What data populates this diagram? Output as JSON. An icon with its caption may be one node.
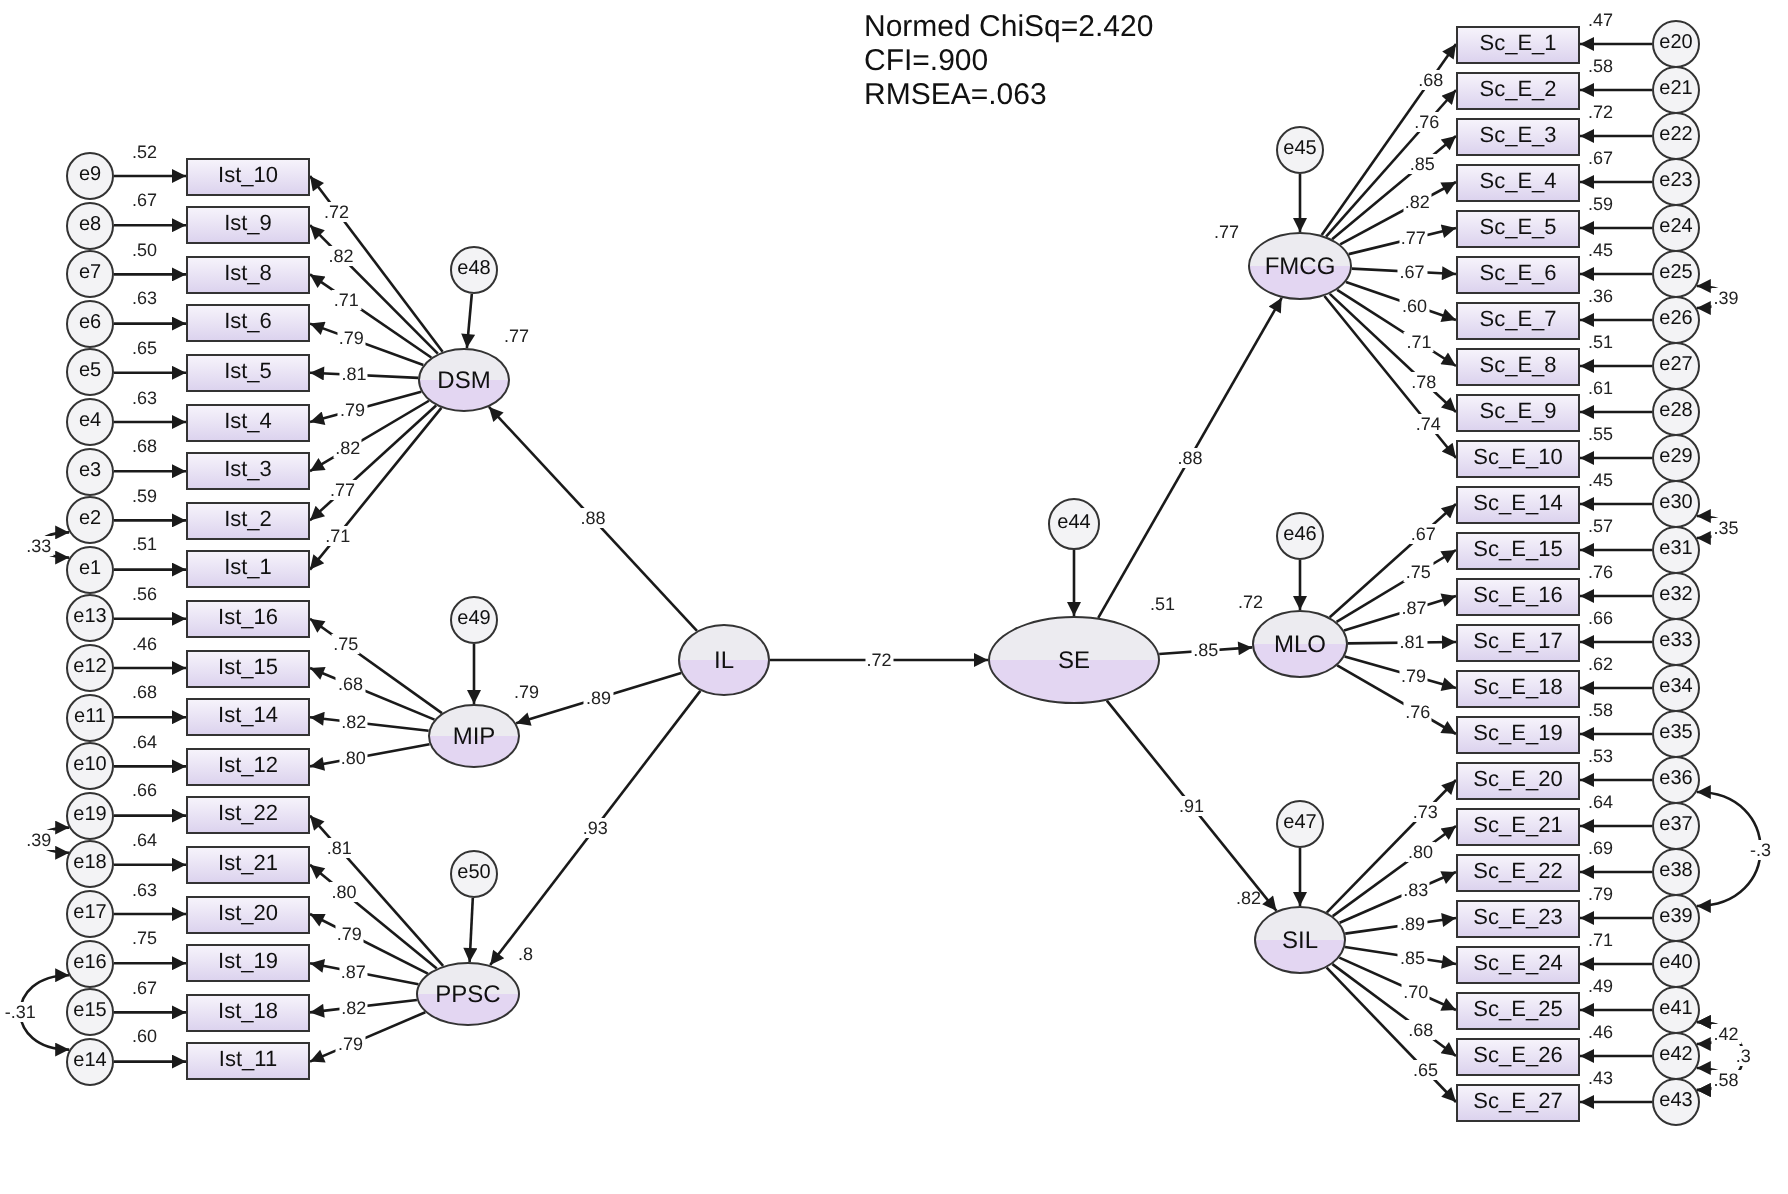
{
  "diagram": {
    "nodes": [
      {
        "text": [
          "e9"
        ]
      },
      {
        "text": [
          "Ist_10"
        ],
        "beside": [
          ".52"
        ]
      },
      {
        "text": [
          "e8"
        ]
      },
      {
        "text": [
          "Ist_9"
        ],
        "beside": [
          ".67"
        ]
      },
      {
        "text": [
          "e7"
        ]
      },
      {
        "text": [
          "Ist_8"
        ],
        "beside": [
          ".50"
        ]
      },
      {
        "text": [
          "e6"
        ]
      },
      {
        "text": [
          "Ist_6"
        ],
        "beside": [
          ".63"
        ]
      },
      {
        "text": [
          "e5"
        ]
      },
      {
        "text": [
          "Ist_5"
        ],
        "beside": [
          ".65"
        ]
      },
      {
        "text": [
          "e4"
        ]
      },
      {
        "text": [
          "Ist_4"
        ],
        "beside": [
          ".63"
        ]
      },
      {
        "text": [
          "e3"
        ]
      },
      {
        "text": [
          "Ist_3"
        ],
        "beside": [
          ".68"
        ]
      },
      {
        "text": [
          "e2"
        ]
      },
      {
        "text": [
          "Ist_2"
        ],
        "beside": [
          ".59"
        ]
      },
      {
        "text": [
          "e1"
        ]
      },
      {
        "text": [
          "Ist_1"
        ],
        "beside": [
          ".51"
        ]
      },
      {
        "text": [
          "e13"
        ]
      },
      {
        "text": [
          "Ist_16"
        ],
        "beside": [
          ".56"
        ]
      },
      {
        "text": [
          "e12"
        ]
      },
      {
        "text": [
          "Ist_15"
        ],
        "beside": [
          ".46"
        ]
      },
      {
        "text": [
          "e11"
        ]
      },
      {
        "text": [
          "Ist_14"
        ],
        "beside": [
          ".68"
        ]
      },
      {
        "text": [
          "e10"
        ]
      },
      {
        "text": [
          "Ist_12"
        ],
        "beside": [
          ".64"
        ]
      },
      {
        "text": [
          "e19"
        ]
      },
      {
        "text": [
          "Ist_22"
        ],
        "beside": [
          ".66"
        ]
      },
      {
        "text": [
          "e18"
        ]
      },
      {
        "text": [
          "Ist_21"
        ],
        "beside": [
          ".64"
        ]
      },
      {
        "text": [
          "e17"
        ]
      },
      {
        "text": [
          "Ist_20"
        ],
        "beside": [
          ".63"
        ]
      },
      {
        "text": [
          "e16"
        ]
      },
      {
        "text": [
          "Ist_19"
        ],
        "beside": [
          ".75"
        ]
      },
      {
        "text": [
          "e15"
        ]
      },
      {
        "text": [
          "Ist_18"
        ],
        "beside": [
          ".67"
        ]
      },
      {
        "text": [
          "e14"
        ]
      },
      {
        "text": [
          "Ist_11"
        ],
        "beside": [
          ".60"
        ]
      },
      {
        "text": [
          "e48"
        ]
      },
      {
        "text": [
          "DSM"
        ],
        "beside": [
          ".77"
        ]
      },
      {
        "text": [
          "e49"
        ]
      },
      {
        "text": [
          "MIP"
        ],
        "beside": [
          ".79"
        ]
      },
      {
        "text": [
          "e50"
        ]
      },
      {
        "text": [
          "PPSC"
        ],
        "beside": [
          ".8"
        ]
      },
      {
        "text": [
          "IL"
        ]
      },
      {
        "text": [
          "e44"
        ]
      },
      {
        "text": [
          "SE"
        ],
        "beside": [
          ".51"
        ]
      },
      {
        "text": [
          "e45"
        ]
      },
      {
        "text": [
          "FMCG"
        ],
        "beside": [
          ".77"
        ]
      },
      {
        "text": [
          "e46"
        ]
      },
      {
        "text": [
          "MLO"
        ],
        "beside": [
          ".72"
        ]
      },
      {
        "text": [
          "e47"
        ]
      },
      {
        "text": [
          "SIL"
        ],
        "beside": [
          ".82"
        ]
      },
      {
        "text": [
          "Sc_E_1"
        ],
        "beside": [
          ".47"
        ]
      },
      {
        "text": [
          "e20"
        ]
      },
      {
        "text": [
          "Sc_E_2"
        ],
        "beside": [
          ".58"
        ]
      },
      {
        "text": [
          "e21"
        ]
      },
      {
        "text": [
          "Sc_E_3"
        ],
        "beside": [
          ".72"
        ]
      },
      {
        "text": [
          "e22"
        ]
      },
      {
        "text": [
          "Sc_E_4"
        ],
        "beside": [
          ".67"
        ]
      },
      {
        "text": [
          "e23"
        ]
      },
      {
        "text": [
          "Sc_E_5"
        ],
        "beside": [
          ".59"
        ]
      },
      {
        "text": [
          "e24"
        ]
      },
      {
        "text": [
          "Sc_E_6"
        ],
        "beside": [
          ".45"
        ]
      },
      {
        "text": [
          "e25"
        ]
      },
      {
        "text": [
          "Sc_E_7"
        ],
        "beside": [
          ".36"
        ]
      },
      {
        "text": [
          "e26"
        ]
      },
      {
        "text": [
          "Sc_E_8"
        ],
        "beside": [
          ".51"
        ]
      },
      {
        "text": [
          "e27"
        ]
      },
      {
        "text": [
          "Sc_E_9"
        ],
        "beside": [
          ".61"
        ]
      },
      {
        "text": [
          "e28"
        ]
      },
      {
        "text": [
          "Sc_E_10"
        ],
        "beside": [
          ".55"
        ]
      },
      {
        "text": [
          "e29"
        ]
      },
      {
        "text": [
          "Sc_E_14"
        ],
        "beside": [
          ".45"
        ]
      },
      {
        "text": [
          "e30"
        ]
      },
      {
        "text": [
          "Sc_E_15"
        ],
        "beside": [
          ".57"
        ]
      },
      {
        "text": [
          "e31"
        ]
      },
      {
        "text": [
          "Sc_E_16"
        ],
        "beside": [
          ".76"
        ]
      },
      {
        "text": [
          "e32"
        ]
      },
      {
        "text": [
          "Sc_E_17"
        ],
        "beside": [
          ".66"
        ]
      },
      {
        "text": [
          "e33"
        ]
      },
      {
        "text": [
          "Sc_E_18"
        ],
        "beside": [
          ".62"
        ]
      },
      {
        "text": [
          "e34"
        ]
      },
      {
        "text": [
          "Sc_E_19"
        ],
        "beside": [
          ".58"
        ]
      },
      {
        "text": [
          "e35"
        ]
      },
      {
        "text": [
          "Sc_E_20"
        ],
        "beside": [
          ".53"
        ]
      },
      {
        "text": [
          "e36"
        ]
      },
      {
        "text": [
          "Sc_E_21"
        ],
        "beside": [
          ".64"
        ]
      },
      {
        "text": [
          "e37"
        ]
      },
      {
        "text": [
          "Sc_E_22"
        ],
        "beside": [
          ".69"
        ]
      },
      {
        "text": [
          "e38"
        ]
      },
      {
        "text": [
          "Sc_E_23"
        ],
        "beside": [
          ".79"
        ]
      },
      {
        "text": [
          "e39"
        ]
      },
      {
        "text": [
          "Sc_E_24"
        ],
        "beside": [
          ".71"
        ]
      },
      {
        "text": [
          "e40"
        ]
      },
      {
        "text": [
          "Sc_E_25"
        ],
        "beside": [
          ".49"
        ]
      },
      {
        "text": [
          "e41"
        ]
      },
      {
        "text": [
          "Sc_E_26"
        ],
        "beside": [
          ".46"
        ]
      },
      {
        "text": [
          "e42"
        ]
      },
      {
        "text": [
          "Sc_E_27"
        ],
        "beside": [
          ".43"
        ]
      },
      {
        "text": [
          "e43"
        ]
      }
    ],
    "edges": [
      {
        "from": 0,
        "to": 1,
        "arrow": "to"
      },
      {
        "from": 2,
        "to": 3,
        "arrow": "to"
      },
      {
        "from": 4,
        "to": 5,
        "arrow": "to"
      },
      {
        "from": 6,
        "to": 7,
        "arrow": "to"
      },
      {
        "from": 8,
        "to": 9,
        "arrow": "to"
      },
      {
        "from": 10,
        "to": 11,
        "arrow": "to"
      },
      {
        "from": 12,
        "to": 13,
        "arrow": "to"
      },
      {
        "from": 14,
        "to": 15,
        "arrow": "to"
      },
      {
        "from": 16,
        "to": 17,
        "arrow": "to"
      },
      {
        "from": 18,
        "to": 19,
        "arrow": "to"
      },
      {
        "from": 20,
        "to": 21,
        "arrow": "to"
      },
      {
        "from": 22,
        "to": 23,
        "arrow": "to"
      },
      {
        "from": 24,
        "to": 25,
        "arrow": "to"
      },
      {
        "from": 26,
        "to": 27,
        "arrow": "to"
      },
      {
        "from": 28,
        "to": 29,
        "arrow": "to"
      },
      {
        "from": 30,
        "to": 31,
        "arrow": "to"
      },
      {
        "from": 32,
        "to": 33,
        "arrow": "to"
      },
      {
        "from": 34,
        "to": 35,
        "arrow": "to"
      },
      {
        "from": 36,
        "to": 37,
        "arrow": "to"
      },
      {
        "from": 39,
        "to": 1,
        "arrow": "to",
        "label": ".72"
      },
      {
        "from": 39,
        "to": 3,
        "arrow": "to",
        "label": ".82"
      },
      {
        "from": 39,
        "to": 5,
        "arrow": "to",
        "label": ".71"
      },
      {
        "from": 39,
        "to": 7,
        "arrow": "to",
        "label": ".79"
      },
      {
        "from": 39,
        "to": 9,
        "arrow": "to",
        "label": ".81"
      },
      {
        "from": 39,
        "to": 11,
        "arrow": "to",
        "label": ".79"
      },
      {
        "from": 39,
        "to": 13,
        "arrow": "to",
        "label": ".82"
      },
      {
        "from": 39,
        "to": 15,
        "arrow": "to",
        "label": ".77"
      },
      {
        "from": 39,
        "to": 17,
        "arrow": "to",
        "label": ".71"
      },
      {
        "from": 41,
        "to": 19,
        "arrow": "to",
        "label": ".75"
      },
      {
        "from": 41,
        "to": 21,
        "arrow": "to",
        "label": ".68"
      },
      {
        "from": 41,
        "to": 23,
        "arrow": "to",
        "label": ".82"
      },
      {
        "from": 41,
        "to": 25,
        "arrow": "to",
        "label": ".80"
      },
      {
        "from": 43,
        "to": 27,
        "arrow": "to",
        "label": ".81"
      },
      {
        "from": 43,
        "to": 29,
        "arrow": "to",
        "label": ".80"
      },
      {
        "from": 43,
        "to": 31,
        "arrow": "to",
        "label": ".79"
      },
      {
        "from": 43,
        "to": 33,
        "arrow": "to",
        "label": ".87"
      },
      {
        "from": 43,
        "to": 35,
        "arrow": "to",
        "label": ".82"
      },
      {
        "from": 43,
        "to": 37,
        "arrow": "to",
        "label": ".79"
      },
      {
        "from": 38,
        "to": 39,
        "arrow": "to"
      },
      {
        "from": 40,
        "to": 41,
        "arrow": "to"
      },
      {
        "from": 42,
        "to": 43,
        "arrow": "to"
      },
      {
        "from": 45,
        "to": 46,
        "arrow": "to"
      },
      {
        "from": 47,
        "to": 48,
        "arrow": "to"
      },
      {
        "from": 49,
        "to": 50,
        "arrow": "to"
      },
      {
        "from": 51,
        "to": 52,
        "arrow": "to"
      },
      {
        "from": 44,
        "to": 39,
        "arrow": "to",
        "label": ".88"
      },
      {
        "from": 44,
        "to": 41,
        "arrow": "to",
        "label": ".89"
      },
      {
        "from": 44,
        "to": 43,
        "arrow": "to",
        "label": ".93"
      },
      {
        "from": 44,
        "to": 46,
        "arrow": "to",
        "label": ".72"
      },
      {
        "from": 46,
        "to": 48,
        "arrow": "to",
        "label": ".88"
      },
      {
        "from": 46,
        "to": 50,
        "arrow": "to",
        "label": ".85"
      },
      {
        "from": 46,
        "to": 52,
        "arrow": "to",
        "label": ".91"
      },
      {
        "from": 48,
        "to": 53,
        "arrow": "to",
        "label": ".68"
      },
      {
        "from": 48,
        "to": 55,
        "arrow": "to",
        "label": ".76"
      },
      {
        "from": 48,
        "to": 57,
        "arrow": "to",
        "label": ".85"
      },
      {
        "from": 48,
        "to": 59,
        "arrow": "to",
        "label": ".82"
      },
      {
        "from": 48,
        "to": 61,
        "arrow": "to",
        "label": ".77"
      },
      {
        "from": 48,
        "to": 63,
        "arrow": "to",
        "label": ".67"
      },
      {
        "from": 48,
        "to": 65,
        "arrow": "to",
        "label": ".60"
      },
      {
        "from": 48,
        "to": 67,
        "arrow": "to",
        "label": ".71"
      },
      {
        "from": 48,
        "to": 69,
        "arrow": "to",
        "label": ".78"
      },
      {
        "from": 48,
        "to": 71,
        "arrow": "to",
        "label": ".74"
      },
      {
        "from": 50,
        "to": 73,
        "arrow": "to",
        "label": ".67"
      },
      {
        "from": 50,
        "to": 75,
        "arrow": "to",
        "label": ".75"
      },
      {
        "from": 50,
        "to": 77,
        "arrow": "to",
        "label": ".87"
      },
      {
        "from": 50,
        "to": 79,
        "arrow": "to",
        "label": ".81"
      },
      {
        "from": 50,
        "to": 81,
        "arrow": "to",
        "label": ".79"
      },
      {
        "from": 50,
        "to": 83,
        "arrow": "to",
        "label": ".76"
      },
      {
        "from": 52,
        "to": 85,
        "arrow": "to",
        "label": ".73"
      },
      {
        "from": 52,
        "to": 87,
        "arrow": "to",
        "label": ".80"
      },
      {
        "from": 52,
        "to": 89,
        "arrow": "to",
        "label": ".83"
      },
      {
        "from": 52,
        "to": 91,
        "arrow": "to",
        "label": ".89"
      },
      {
        "from": 52,
        "to": 93,
        "arrow": "to",
        "label": ".85"
      },
      {
        "from": 52,
        "to": 95,
        "arrow": "to",
        "label": ".70"
      },
      {
        "from": 52,
        "to": 97,
        "arrow": "to",
        "label": ".68"
      },
      {
        "from": 52,
        "to": 99,
        "arrow": "to",
        "label": ".65"
      },
      {
        "from": 54,
        "to": 53,
        "arrow": "to"
      },
      {
        "from": 56,
        "to": 55,
        "arrow": "to"
      },
      {
        "from": 58,
        "to": 57,
        "arrow": "to"
      },
      {
        "from": 60,
        "to": 59,
        "arrow": "to"
      },
      {
        "from": 62,
        "to": 61,
        "arrow": "to"
      },
      {
        "from": 64,
        "to": 63,
        "arrow": "to"
      },
      {
        "from": 66,
        "to": 65,
        "arrow": "to"
      },
      {
        "from": 68,
        "to": 67,
        "arrow": "to"
      },
      {
        "from": 70,
        "to": 69,
        "arrow": "to"
      },
      {
        "from": 72,
        "to": 71,
        "arrow": "to"
      },
      {
        "from": 74,
        "to": 73,
        "arrow": "to"
      },
      {
        "from": 76,
        "to": 75,
        "arrow": "to"
      },
      {
        "from": 78,
        "to": 77,
        "arrow": "to"
      },
      {
        "from": 80,
        "to": 79,
        "arrow": "to"
      },
      {
        "from": 82,
        "to": 81,
        "arrow": "to"
      },
      {
        "from": 84,
        "to": 83,
        "arrow": "to"
      },
      {
        "from": 86,
        "to": 85,
        "arrow": "to"
      },
      {
        "from": 88,
        "to": 87,
        "arrow": "to"
      },
      {
        "from": 90,
        "to": 89,
        "arrow": "to"
      },
      {
        "from": 92,
        "to": 91,
        "arrow": "to"
      },
      {
        "from": 94,
        "to": 93,
        "arrow": "to"
      },
      {
        "from": 96,
        "to": 95,
        "arrow": "to"
      },
      {
        "from": 98,
        "to": 97,
        "arrow": "to"
      },
      {
        "from": 100,
        "to": 99,
        "arrow": "to"
      },
      {
        "from": 14,
        "to": 16,
        "arrow": "both",
        "label": ".33"
      },
      {
        "from": 26,
        "to": 28,
        "arrow": "both",
        "label": ".39"
      },
      {
        "from": 32,
        "to": 36,
        "arrow": "both",
        "label": "-.31"
      },
      {
        "from": 64,
        "to": 66,
        "arrow": "both",
        "label": ".39"
      },
      {
        "from": 74,
        "to": 76,
        "arrow": "both",
        "label": ".35"
      },
      {
        "from": 86,
        "to": 92,
        "arrow": "both",
        "label": "-.3"
      },
      {
        "from": 96,
        "to": 98,
        "arrow": "both",
        "label": ".42"
      },
      {
        "from": 96,
        "to": 100,
        "arrow": "both",
        "label": ".3"
      },
      {
        "from": 98,
        "to": 100,
        "arrow": "both",
        "label": ".58"
      }
    ],
    "labels": [
      "Normed ChiSq=2.420",
      "CFI=.900",
      "RMSEA=.063"
    ]
  }
}
